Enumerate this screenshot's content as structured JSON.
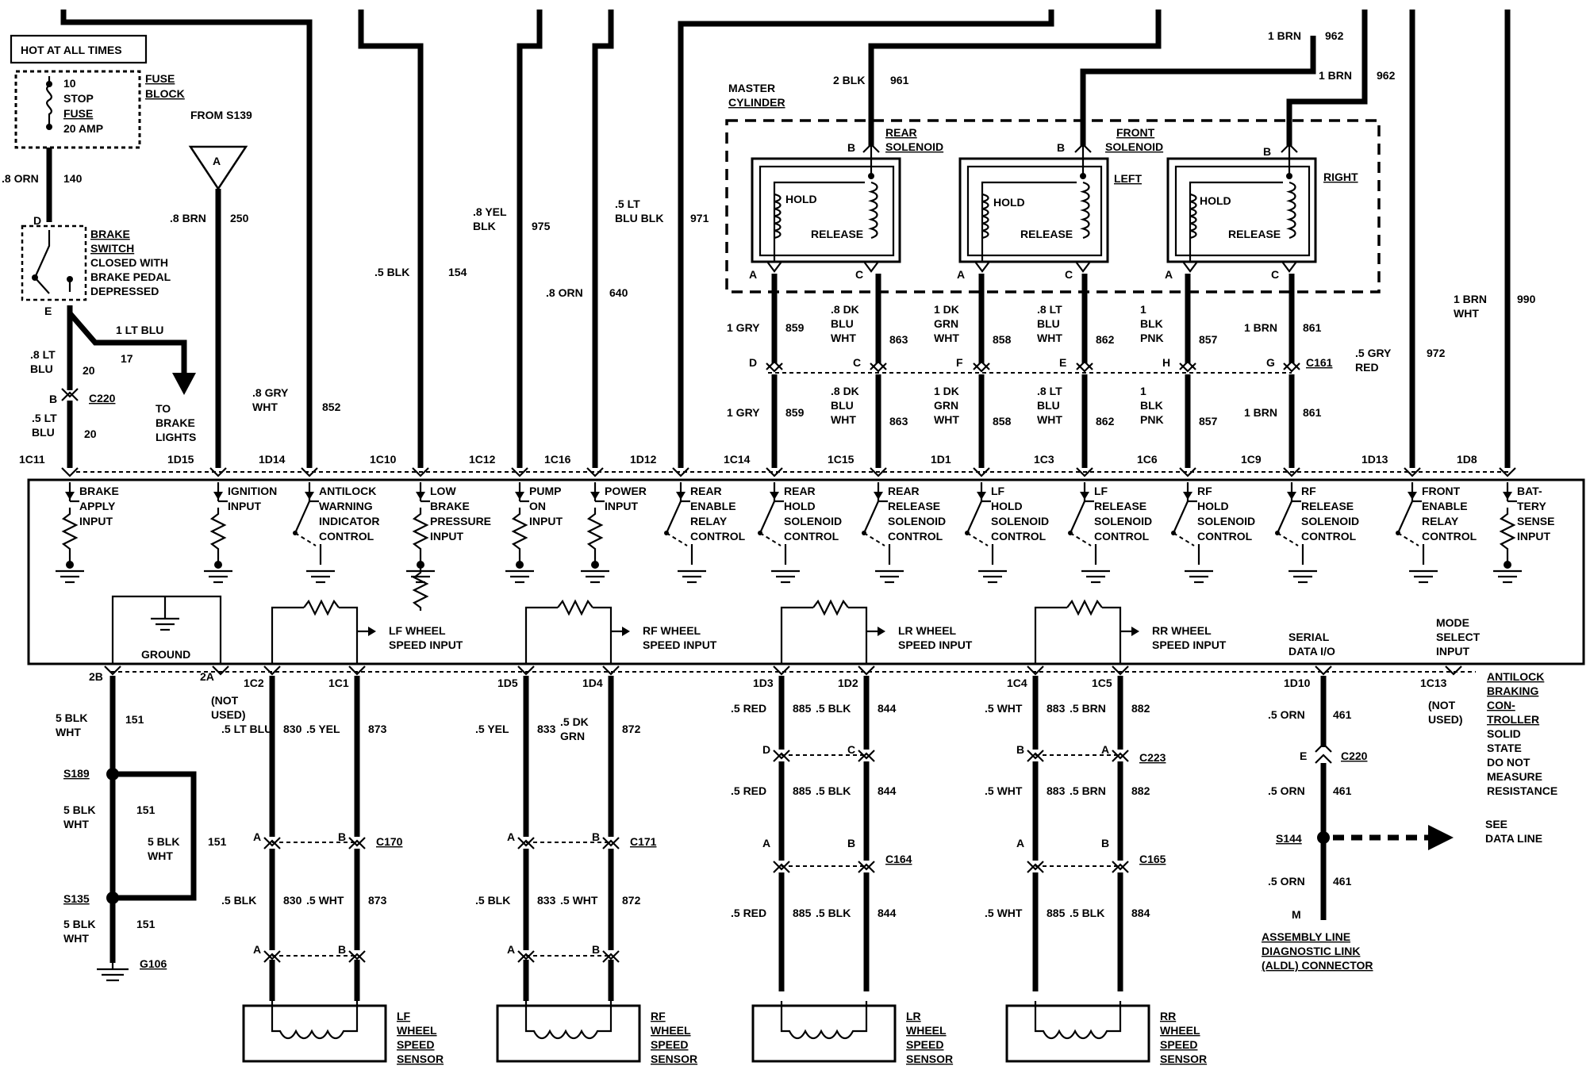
{
  "power": {
    "hot_at_all_times": "HOT AT ALL TIMES",
    "fuse_number": "10",
    "fuse_name": "STOP",
    "fuse_word": "FUSE",
    "fuse_rating": "20 AMP",
    "fuse_block_1": "FUSE",
    "fuse_block_2": "BLOCK",
    "from_splice": "FROM S139",
    "ref_a": "A",
    "w140_color": ".8 ORN",
    "w140_circuit": "140",
    "w250_color": ".8 BRN",
    "w250_circuit": "250"
  },
  "brake_switch": {
    "pin_d": "D",
    "pin_e": "E",
    "desc": [
      "BRAKE",
      "SWITCH",
      "CLOSED WITH",
      "BRAKE PEDAL",
      "DEPRESSED"
    ],
    "lamp_wire_color": "1 LT BLU",
    "lamp_wire_circuit": "17",
    "to_brake_lights": [
      "TO",
      "BRAKE",
      "LIGHTS"
    ],
    "w20a_color": [
      ".8 LT",
      "BLU"
    ],
    "w20a_circuit": "20",
    "conn_pin": "B",
    "conn": "C220",
    "w20b_color": [
      ".5 LT",
      "BLU"
    ],
    "w20b_circuit": "20"
  },
  "top_wires": [
    {
      "color": [
        ".8 GRY",
        "WHT"
      ],
      "circuit": "852"
    },
    {
      "color": [
        ".5 BLK"
      ],
      "circuit": "154"
    },
    {
      "color": [
        ".8 YEL",
        "BLK"
      ],
      "circuit": "975"
    },
    {
      "color": [
        ".8 ORN"
      ],
      "circuit": "640"
    },
    {
      "color": [
        ".5 LT",
        "BLU BLK"
      ],
      "circuit": "971"
    },
    {
      "color": [
        "1 BRN"
      ],
      "circuit": "962"
    },
    {
      "color": [
        "1 BRN"
      ],
      "circuit": "962"
    },
    {
      "color": [
        "2 BLK"
      ],
      "circuit": "961"
    },
    {
      "color": [
        "1 BRN",
        "WHT"
      ],
      "circuit": "990"
    },
    {
      "color": [
        ".5 GRY",
        "RED"
      ],
      "circuit": "972"
    }
  ],
  "master_cylinder": {
    "title": [
      "MASTER",
      "CYLINDER"
    ],
    "solenoids": [
      {
        "name": [
          "REAR",
          "SOLENOID"
        ],
        "side": "",
        "hold": "HOLD",
        "release": "RELEASE",
        "pin_a": "A",
        "pin_b": "B",
        "pin_c": "C"
      },
      {
        "name": [
          "FRONT",
          "SOLENOID"
        ],
        "side": "LEFT",
        "hold": "HOLD",
        "release": "RELEASE",
        "pin_a": "A",
        "pin_b": "B",
        "pin_c": "C"
      },
      {
        "name": [],
        "side": "RIGHT",
        "hold": "HOLD",
        "release": "RELEASE",
        "pin_a": "A",
        "pin_b": "B",
        "pin_c": "C"
      }
    ]
  },
  "solenoid_wires": {
    "connector": "C161",
    "wires": [
      {
        "pin": "D",
        "color": [
          "1 GRY"
        ],
        "circuit": "859"
      },
      {
        "pin": "C",
        "color": [
          ".8 DK",
          "BLU",
          "WHT"
        ],
        "circuit": "863"
      },
      {
        "pin": "F",
        "color": [
          "1 DK",
          "GRN",
          "WHT"
        ],
        "circuit": "858"
      },
      {
        "pin": "E",
        "color": [
          ".8 LT",
          "BLU",
          "WHT"
        ],
        "circuit": "862"
      },
      {
        "pin": "H",
        "color": [
          "1",
          "BLK",
          "PNK"
        ],
        "circuit": "857"
      },
      {
        "pin": "G",
        "color": [
          "1 BRN"
        ],
        "circuit": "861"
      }
    ]
  },
  "controller_top_pins": [
    "1C11",
    "1D15",
    "1D14",
    "1C10",
    "1C12",
    "1C16",
    "1D12",
    "1C14",
    "1C15",
    "1D1",
    "1C3",
    "1C6",
    "1C9",
    "1D13",
    "1D8"
  ],
  "controller_inputs": [
    [
      "BRAKE",
      "APPLY",
      "INPUT"
    ],
    [
      "IGNITION",
      "INPUT"
    ],
    [
      "ANTILOCK",
      "WARNING",
      "INDICATOR",
      "CONTROL"
    ],
    [
      "LOW",
      "BRAKE",
      "PRESSURE",
      "INPUT"
    ],
    [
      "PUMP",
      "ON",
      "INPUT"
    ],
    [
      "POWER",
      "INPUT"
    ],
    [
      "REAR",
      "ENABLE",
      "RELAY",
      "CONTROL"
    ],
    [
      "REAR",
      "HOLD",
      "SOLENOID",
      "CONTROL"
    ],
    [
      "REAR",
      "RELEASE",
      "SOLENOID",
      "CONTROL"
    ],
    [
      "LF",
      "HOLD",
      "SOLENOID",
      "CONTROL"
    ],
    [
      "LF",
      "RELEASE",
      "SOLENOID",
      "CONTROL"
    ],
    [
      "RF",
      "HOLD",
      "SOLENOID",
      "CONTROL"
    ],
    [
      "RF",
      "RELEASE",
      "SOLENOID",
      "CONTROL"
    ],
    [
      "FRONT",
      "ENABLE",
      "RELAY",
      "CONTROL"
    ],
    [
      "BAT-",
      "TERY",
      "SENSE",
      "INPUT"
    ]
  ],
  "controller_lower": {
    "ground": "GROUND",
    "speed_inputs": [
      [
        "LF WHEEL",
        "SPEED INPUT"
      ],
      [
        "RF WHEEL",
        "SPEED INPUT"
      ],
      [
        "LR WHEEL",
        "SPEED INPUT"
      ],
      [
        "RR WHEEL",
        "SPEED INPUT"
      ]
    ],
    "serial": [
      "SERIAL",
      "DATA I/O"
    ],
    "mode": [
      "MODE",
      "SELECT",
      "INPUT"
    ],
    "controller_name": [
      "ANTILOCK",
      "BRAKING",
      "CON-",
      "TROLLER",
      "SOLID",
      "STATE",
      "DO NOT",
      "MEASURE",
      "RESISTANCE"
    ]
  },
  "ground_circuit": {
    "pin_2b": "2B",
    "pin_2a": "2A",
    "not_used": [
      "(NOT",
      "USED)"
    ],
    "w1_color": [
      "5 BLK",
      "WHT"
    ],
    "w1_circuit": "151",
    "s189": "S189",
    "w2_color": [
      "5 BLK",
      "WHT"
    ],
    "w2_circuit": "151",
    "w3_color": [
      "5 BLK",
      "WHT"
    ],
    "w3_circuit": "151",
    "s135": "S135",
    "w4_color": [
      "5 BLK",
      "WHT"
    ],
    "w4_circuit": "151",
    "g106": "G106"
  },
  "sensors": [
    {
      "pins": [
        "1C2",
        "1C1"
      ],
      "upper": [
        {
          "color": [
            ".5 LT BLU"
          ],
          "circuit": "830"
        },
        {
          "color": [
            ".5 YEL"
          ],
          "circuit": "873"
        }
      ],
      "conn": "C170",
      "conn_pins": [
        "A",
        "B"
      ],
      "lower": [
        {
          "color": [
            ".5 BLK"
          ],
          "circuit": "830"
        },
        {
          "color": [
            ".5 WHT"
          ],
          "circuit": "873"
        }
      ],
      "label": [
        "LF",
        "WHEEL",
        "SPEED",
        "SENSOR"
      ]
    },
    {
      "pins": [
        "1D5",
        "1D4"
      ],
      "upper": [
        {
          "color": [
            ".5 YEL"
          ],
          "circuit": "833"
        },
        {
          "color": [
            ".5 DK",
            "GRN"
          ],
          "circuit": "872"
        }
      ],
      "conn": "C171",
      "conn_pins": [
        "A",
        "B"
      ],
      "lower": [
        {
          "color": [
            ".5 BLK"
          ],
          "circuit": "833"
        },
        {
          "color": [
            ".5 WHT"
          ],
          "circuit": "872"
        }
      ],
      "label": [
        "RF",
        "WHEEL",
        "SPEED",
        "SENSOR"
      ]
    },
    {
      "pins": [
        "1D3",
        "1D2"
      ],
      "upper": [
        {
          "color": [
            ".5 RED"
          ],
          "circuit": "885"
        },
        {
          "color": [
            ".5 BLK"
          ],
          "circuit": "844"
        }
      ],
      "mid_conn_pins": [
        "D",
        "C"
      ],
      "mid": [
        {
          "color": [
            ".5 RED"
          ],
          "circuit": "885"
        },
        {
          "color": [
            ".5 BLK"
          ],
          "circuit": "844"
        }
      ],
      "conn": "C164",
      "conn_pins": [
        "A",
        "B"
      ],
      "lower": [
        {
          "color": [
            ".5 RED"
          ],
          "circuit": "885"
        },
        {
          "color": [
            ".5 BLK"
          ],
          "circuit": "844"
        }
      ],
      "label": [
        "LR",
        "WHEEL",
        "SPEED",
        "SENSOR"
      ]
    },
    {
      "pins": [
        "1C4",
        "1C5"
      ],
      "upper": [
        {
          "color": [
            ".5 WHT"
          ],
          "circuit": "883"
        },
        {
          "color": [
            ".5 BRN"
          ],
          "circuit": "882"
        }
      ],
      "mid_conn_pins": [
        "B",
        "A"
      ],
      "mid_conn": "C223",
      "mid": [
        {
          "color": [
            ".5 WHT"
          ],
          "circuit": "883"
        },
        {
          "color": [
            ".5 BRN"
          ],
          "circuit": "882"
        }
      ],
      "conn": "C165",
      "conn_pins": [
        "A",
        "B"
      ],
      "lower": [
        {
          "color": [
            ".5 WHT"
          ],
          "circuit": "885"
        },
        {
          "color": [
            ".5 BLK"
          ],
          "circuit": "884"
        }
      ],
      "label": [
        "RR",
        "WHEEL",
        "SPEED",
        "SENSOR"
      ]
    }
  ],
  "data_line": {
    "pin": "1D10",
    "w1_color": ".5 ORN",
    "w1_circuit": "461",
    "conn_pin": "E",
    "conn": "C220",
    "w2_color": ".5 ORN",
    "w2_circuit": "461",
    "splice": "S144",
    "see": [
      "SEE",
      "DATA LINE"
    ],
    "w3_color": ".5 ORN",
    "w3_circuit": "461",
    "aldl_pin": "M",
    "aldl": [
      "ASSEMBLY LINE",
      "DIAGNOSTIC LINK",
      "(ALDL) CONNECTOR"
    ],
    "mode_pin": "1C13",
    "mode_not_used": [
      "(NOT",
      "USED)"
    ]
  }
}
